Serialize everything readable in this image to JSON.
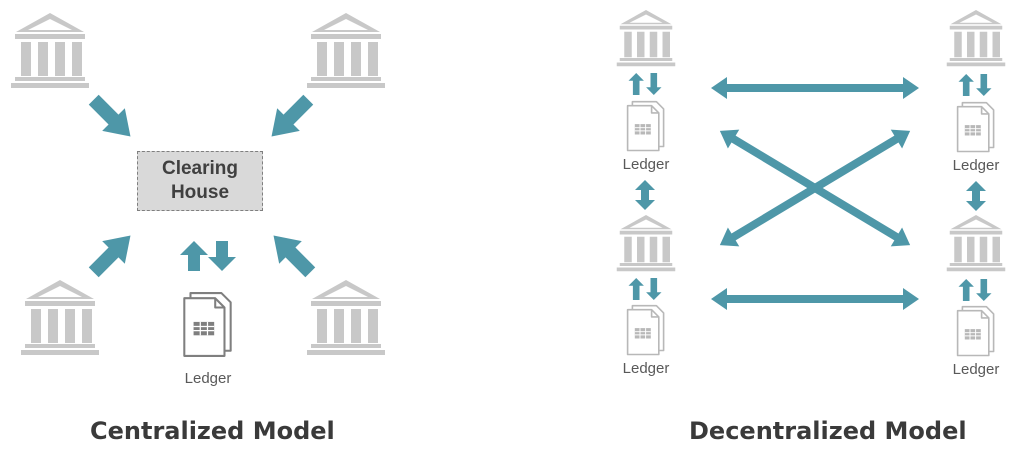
{
  "centralized": {
    "title": "Centralized Model",
    "hub_label": "Clearing House",
    "ledger_label": "Ledger"
  },
  "decentralized": {
    "title": "Decentralized Model",
    "ledger_labels": [
      "Ledger",
      "Ledger",
      "Ledger",
      "Ledger"
    ]
  },
  "colors": {
    "arrow": "#4e97a8",
    "bank": "#c8c8c8",
    "ledger_outline": "#7f7f7f",
    "ledger_light": "#b8b8b8",
    "hub_fill": "#d9d9d9",
    "hub_border": "#7f7f7f",
    "text_dark": "#3a3a3a",
    "text_label": "#595959"
  },
  "icons": {
    "institution": "bank-icon",
    "ledger": "ledger-icon",
    "flow": "arrow-icon"
  }
}
